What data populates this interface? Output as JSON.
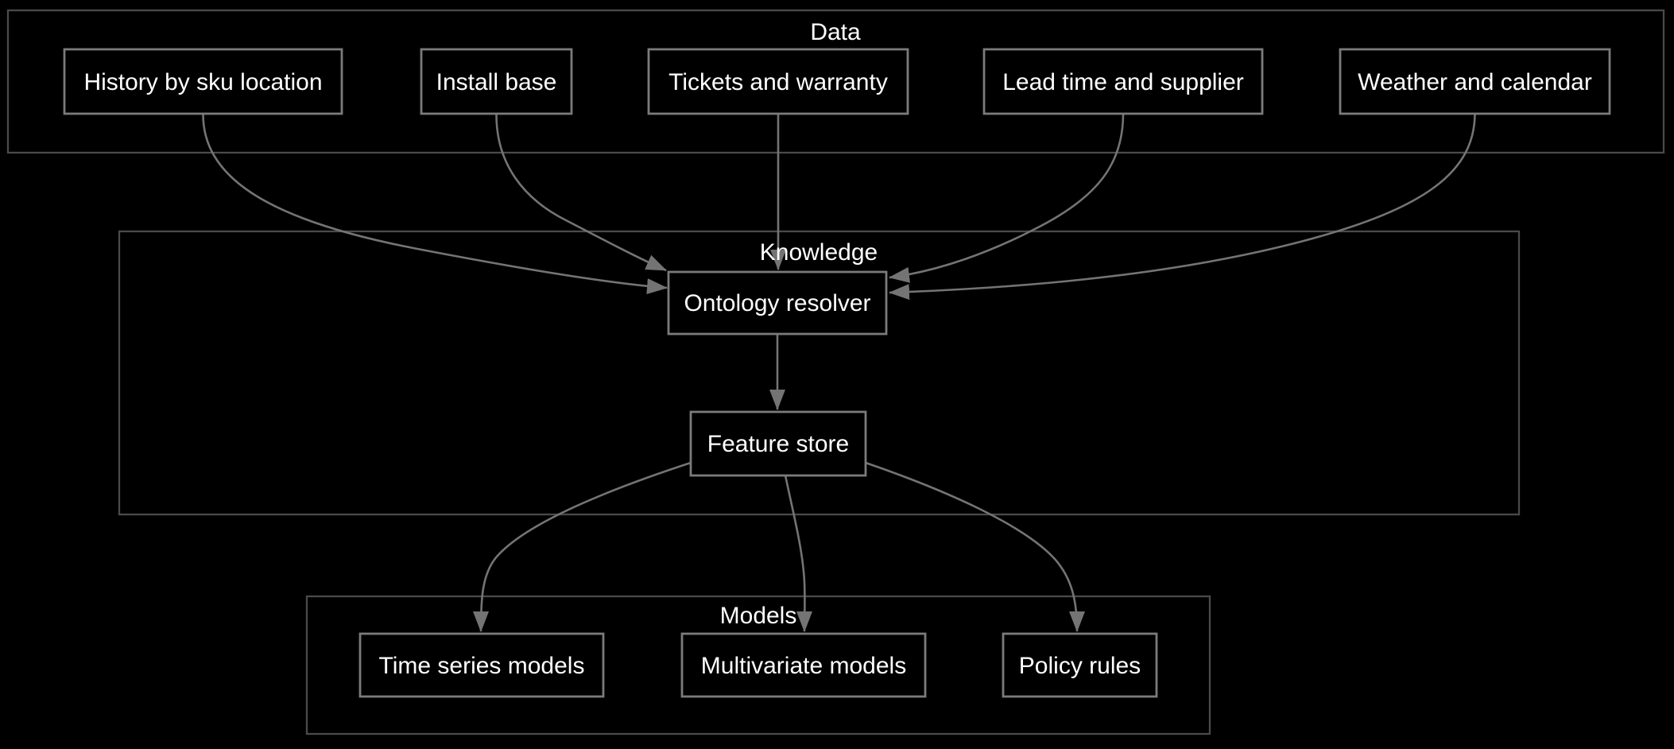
{
  "colors": {
    "background": "#000000",
    "cluster-border": "#4a4a4a",
    "node-border": "#7b7b7b",
    "edge": "#747474",
    "text": "#ffffff"
  },
  "clusters": {
    "data": {
      "label": "Data"
    },
    "knowledge": {
      "label": "Knowledge"
    },
    "models": {
      "label": "Models"
    }
  },
  "nodes": {
    "history": {
      "label": "History by sku location"
    },
    "install_base": {
      "label": "Install base"
    },
    "tickets": {
      "label": "Tickets and warranty"
    },
    "lead_time": {
      "label": "Lead time and supplier"
    },
    "weather": {
      "label": "Weather and calendar"
    },
    "ontology_resolver": {
      "label": "Ontology resolver"
    },
    "feature_store": {
      "label": "Feature store"
    },
    "time_series": {
      "label": "Time series models"
    },
    "multivariate": {
      "label": "Multivariate models"
    },
    "policy_rules": {
      "label": "Policy rules"
    }
  },
  "edges": [
    {
      "from": "History by sku location",
      "to": "Ontology resolver"
    },
    {
      "from": "Install base",
      "to": "Ontology resolver"
    },
    {
      "from": "Tickets and warranty",
      "to": "Ontology resolver"
    },
    {
      "from": "Lead time and supplier",
      "to": "Ontology resolver"
    },
    {
      "from": "Weather and calendar",
      "to": "Ontology resolver"
    },
    {
      "from": "Ontology resolver",
      "to": "Feature store"
    },
    {
      "from": "Feature store",
      "to": "Time series models"
    },
    {
      "from": "Feature store",
      "to": "Multivariate models"
    },
    {
      "from": "Feature store",
      "to": "Policy rules"
    }
  ]
}
